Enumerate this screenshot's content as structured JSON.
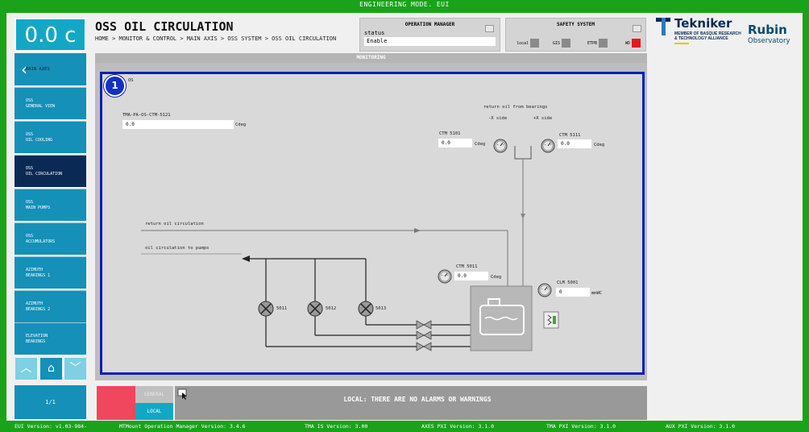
{
  "top_banner": "ENGINEERING MODE. EUI",
  "temperature_display": "0.0 c",
  "nav": {
    "back_label": "MAIN AXES",
    "items": [
      {
        "line1": "OSS",
        "line2": "GENERAL VIEW"
      },
      {
        "line1": "OSS",
        "line2": "OIL COOLING"
      },
      {
        "line1": "OSS",
        "line2": "OIL CIRCULATION"
      },
      {
        "line1": "OSS",
        "line2": "MAIN PUMPS"
      },
      {
        "line1": "OSS",
        "line2": "ACCUMULATORS"
      },
      {
        "line1": "AZIMUTH",
        "line2": "BEARINGS 1"
      },
      {
        "line1": "AZIMUTH",
        "line2": "BEARINGS 2"
      },
      {
        "line1": "ELEVATION",
        "line2": "BEARINGS"
      }
    ],
    "pager": "1/1"
  },
  "header": {
    "title": "OSS OIL CIRCULATION",
    "breadcrumb": "HOME > MONITOR & CONTROL > MAIN AXIS > OSS SYSTEM > OSS OIL CIRCULATION"
  },
  "operation_manager": {
    "title": "OPERATION MANAGER",
    "status_label": "status",
    "status_value": "Enable"
  },
  "safety_system": {
    "title": "SAFETY SYSTEM",
    "items": [
      {
        "label": "local",
        "color": "#8a8a8a"
      },
      {
        "label": "GIS",
        "color": "#8a8a8a"
      },
      {
        "label": "ETPB",
        "color": "#8a8a8a"
      },
      {
        "label": "WD",
        "color": "#e01b1b"
      }
    ]
  },
  "logos": {
    "tekniker": "Tekniker",
    "tekniker_sub": "MEMBER OF BASQUE RESEARCH & TECHNOLOGY ALLIANCE",
    "rubin": "Rubin",
    "rubin_sub": "Observatory"
  },
  "monitoring": {
    "header": "MONITORING",
    "badge": "1",
    "system_tag": "OS",
    "sensors": {
      "tma_label": "TMA-PA-OS-CTM-5121",
      "tma_value": "0.0",
      "tma_unit": "Cdeg",
      "return_bearings_label": "return oil from bearings",
      "x_neg": "-X side",
      "x_pos": "+X side",
      "ctm5101_label": "CTM 5101",
      "ctm5101_value": "0.0",
      "ctm5101_unit": "Cdeg",
      "ctm5111_label": "CTM 5111",
      "ctm5111_value": "0.0",
      "ctm5111_unit": "Cdeg",
      "ctm5011_label": "CTM 5011",
      "ctm5011_value": "0.0",
      "ctm5011_unit": "Cdeg",
      "clm5001_label": "CLM 5001",
      "clm5001_value": "0",
      "clm5001_unit": "mmWC"
    },
    "lines": {
      "return_circ": "return oil circulation",
      "to_pumps": "oil circulation to pumps"
    },
    "valves": [
      "5011",
      "5012",
      "5013"
    ]
  },
  "alarm": {
    "general": "GENERAL",
    "local": "LOCAL",
    "message": "LOCAL: THERE ARE NO ALARMS OR WARNINGS"
  },
  "footer": {
    "eui": "EUI Version: v1.03-984-",
    "mtm": "MTMount Operation Manager Version: 3.4.6",
    "tma_is": "TMA IS Version: 3.00",
    "axes": "AXES PXI Version: 3.1.0",
    "tma_pxi": "TMA PXI Version: 3.1.0",
    "aux": "AUX PXI Version: 3.1.0"
  }
}
